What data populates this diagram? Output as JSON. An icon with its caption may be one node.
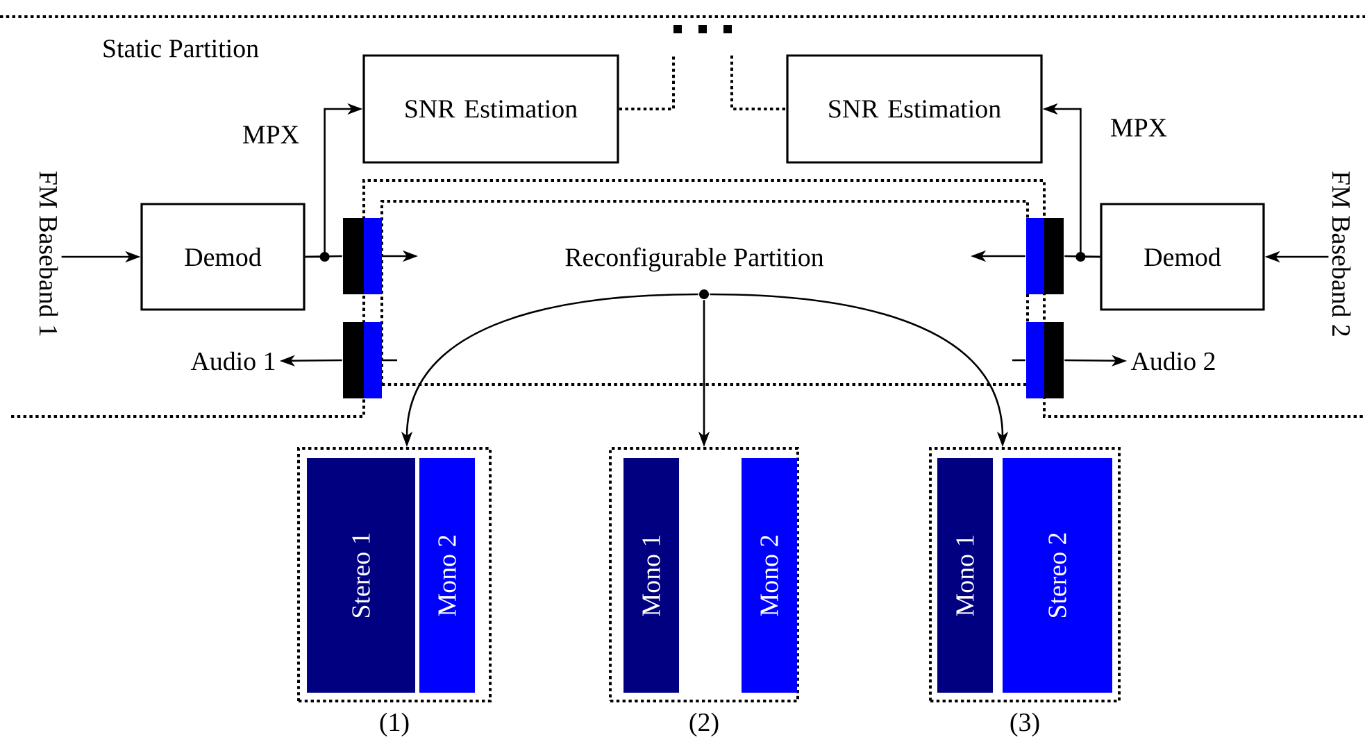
{
  "diagram": {
    "nodes": [
      {
        "text": [
          "SNR Estimation"
        ]
      },
      {
        "text": [
          "SNR Estimation"
        ]
      },
      {
        "text": [
          "FM Baseband 1"
        ]
      },
      {
        "text": [
          "Demod"
        ]
      },
      {
        "text": [
          "Reconfigurable Partition"
        ]
      },
      {
        "text": [
          "Demod"
        ]
      },
      {
        "text": [
          "FM Baseband 2"
        ]
      },
      {
        "text": [],
        "shape": "bar"
      },
      {
        "text": [],
        "shape": "bar"
      },
      {
        "text": [
          "Audio 1"
        ]
      },
      {
        "text": [],
        "shape": "bar"
      },
      {
        "text": [],
        "shape": "bar"
      },
      {
        "text": [
          "Audio 2"
        ]
      },
      {
        "text": [],
        "shape": "circle",
        "in": 4
      },
      {
        "text": [],
        "shape": "box",
        "beside": [
          "(1)"
        ]
      },
      {
        "text": [
          "Stereo 1"
        ],
        "in": 14
      },
      {
        "text": [
          "Mono 2"
        ],
        "in": 14
      },
      {
        "text": [],
        "shape": "box",
        "beside": [
          "(2)"
        ]
      },
      {
        "text": [
          "Mono 1"
        ],
        "in": 17
      },
      {
        "text": [
          "Mono 2"
        ],
        "in": 17
      },
      {
        "text": [],
        "shape": "box",
        "beside": [
          "(3)"
        ]
      },
      {
        "text": [
          "Mono 1"
        ],
        "in": 20
      },
      {
        "text": [
          "Stereo 2"
        ],
        "in": 20
      }
    ],
    "edges": [
      {
        "from": 2,
        "to": 3,
        "arrow": "to"
      },
      {
        "from": 3,
        "to": 7,
        "arrow": "none"
      },
      {
        "from": 3,
        "to": 0,
        "arrow": "to",
        "label": "MPX"
      },
      {
        "from": 7,
        "to": 4,
        "arrow": "to"
      },
      {
        "from": 6,
        "to": 5,
        "arrow": "to"
      },
      {
        "from": 5,
        "to": 8,
        "arrow": "none"
      },
      {
        "from": 5,
        "to": 1,
        "arrow": "to",
        "label": "MPX"
      },
      {
        "from": 8,
        "to": 4,
        "arrow": "to"
      },
      {
        "from": 10,
        "to": 9,
        "arrow": "to"
      },
      {
        "from": 4,
        "to": 10,
        "arrow": "none"
      },
      {
        "from": 11,
        "to": 12,
        "arrow": "to"
      },
      {
        "from": 4,
        "to": 11,
        "arrow": "none"
      },
      {
        "from": 0,
        "to": null,
        "arrow": "none",
        "style": "dashed"
      },
      {
        "from": null,
        "to": 1,
        "arrow": "none",
        "style": "dashed"
      },
      {
        "from": 13,
        "to": 14,
        "arrow": "to"
      },
      {
        "from": 13,
        "to": 17,
        "arrow": "to"
      },
      {
        "from": 13,
        "to": 20,
        "arrow": "to"
      }
    ],
    "labels": [
      "Static Partition"
    ]
  }
}
